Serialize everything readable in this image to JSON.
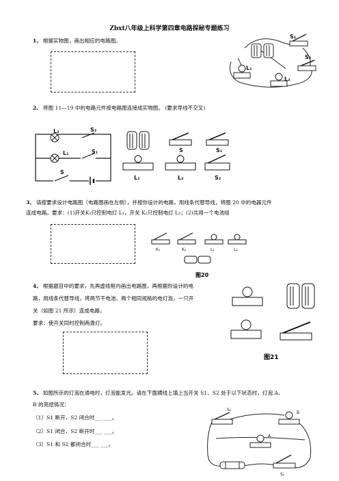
{
  "title": "Zbxt八年级上科学第四章电路探秘专题练习",
  "q1": {
    "num": "1、",
    "text": "根据实物图，画出相应的电路图。"
  },
  "q2": {
    "num": "2、",
    "text": "将图 11—19 中的电路元件按电路图连接成实物图。    (要求导线不交叉)"
  },
  "q3": {
    "num": "3、",
    "line1": "请按要求设计电路图（电路图画在左侧），并按你设计的电路，用线条代替导线，将图 20 中的电器元件",
    "line2": "连成电路。要求：(1)开关K₁只控制电灯 L₁，开关 K₂只控制电灯 L₂；(2)共用一个电池组"
  },
  "q4": {
    "num": "4、",
    "line1": "根据题目中的要求，先再虚线框内画出电路图，再根据你设计的电",
    "line2": "路，用线条代替导线，将两节干电池、两个相同规格的电灯泡，一只开",
    "line3": "关（如图 21 所示）连成电路，",
    "line4": "要求：使开关同时控制两盏灯。"
  },
  "q5": {
    "num": "5、",
    "line1": "如图所示的灯泡在通电时，灯泡能发光。请在下面横线上填上当开关 S1、S2 处于以下状态时，灯泡 A、",
    "line2": "B 的亮熄情况：",
    "items": [
      "（1）S1 断开，S2 闭合时",
      "（2）S1 闭合，S2 断开时",
      "（3）S1 和 S2 都闭合时"
    ],
    "blank": "___ ___",
    "period": "。"
  },
  "labels": {
    "S1": "S₁",
    "S2": "S₂",
    "L1": "L₁",
    "L2": "L₂",
    "S": "S",
    "K1": "K₁",
    "K2": "K₂",
    "A": "A",
    "B": "B",
    "fig20": "图20",
    "fig21": "图21"
  }
}
